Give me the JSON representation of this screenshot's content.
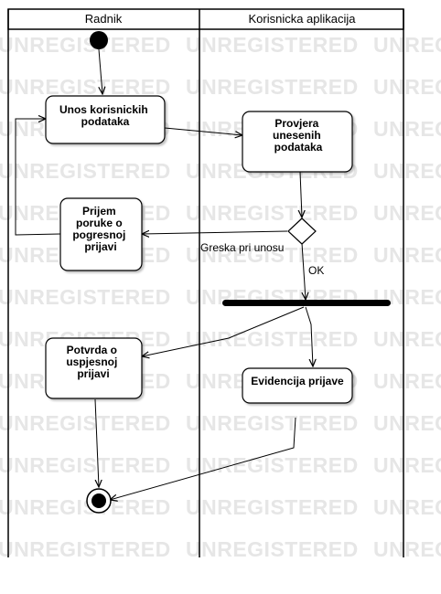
{
  "watermark": "UNREGISTERED",
  "swimlanes": [
    {
      "title": "Radnik"
    },
    {
      "title": "Korisnicka aplikacija"
    }
  ],
  "nodes": {
    "unos": [
      "Unos korisnickih",
      "podataka"
    ],
    "provjera": [
      "Provjera",
      "unesenih",
      "podataka"
    ],
    "prijem": [
      "Prijem",
      "poruke o",
      "pogresnoj",
      "prijavi"
    ],
    "potvrda": [
      "Potvrda o",
      "uspjesnoj",
      "prijavi"
    ],
    "evidencija": [
      "Evidencija prijave"
    ]
  },
  "edges": {
    "greska": "Greska pri unosu",
    "ok": "OK"
  }
}
